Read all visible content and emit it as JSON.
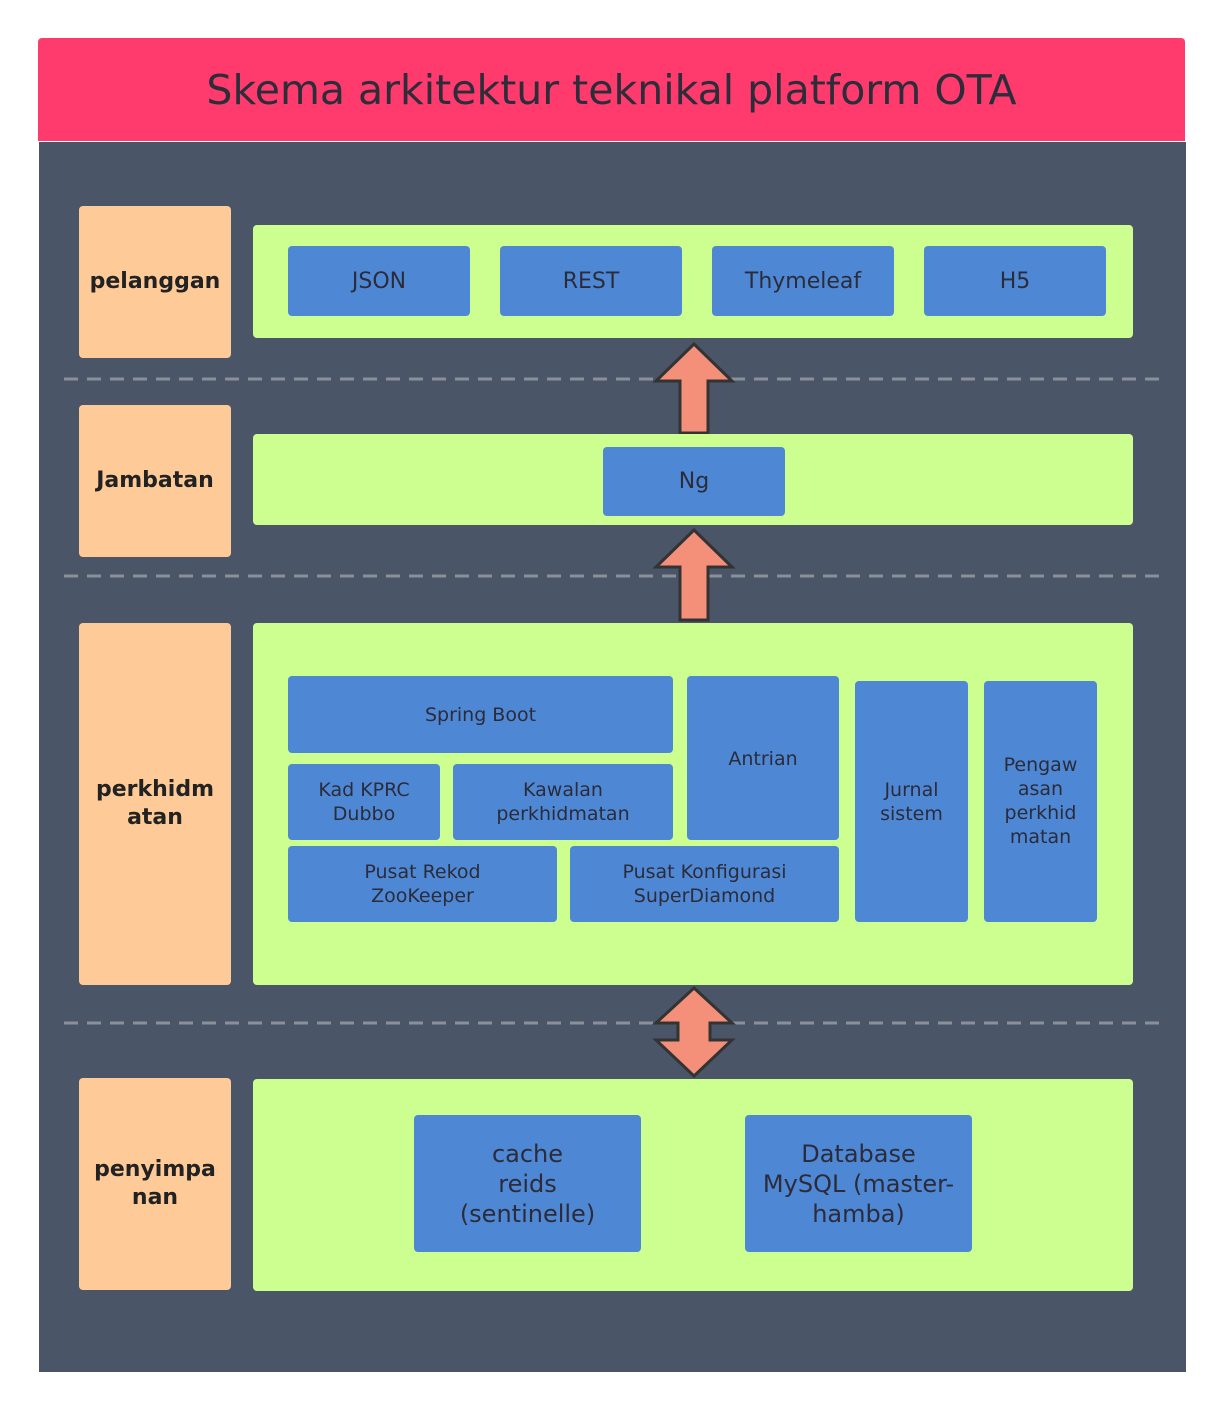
{
  "title": "Skema arkitektur teknikal platform OTA",
  "colors": {
    "title_bar": "#ff3b6e",
    "background": "#4a5568",
    "layer_label": "#fecb98",
    "layer_panel": "#ccff90",
    "component": "#4e88d4",
    "arrow_fill": "#f4907a",
    "arrow_stroke": "#333333"
  },
  "layers": {
    "client": {
      "label": "pelanggan",
      "items": [
        "JSON",
        "REST",
        "Thymeleaf",
        "H5"
      ]
    },
    "bridge": {
      "label": "Jambatan",
      "items": [
        "Ng"
      ]
    },
    "service": {
      "label": "perkhidm\natan",
      "spring_boot": "Spring Boot",
      "kad_kprc": "Kad KPRC\nDubbo",
      "kawalan": "Kawalan\nperkhidmatan",
      "antrian": "Antrian",
      "jurnal": "Jurnal\nsistem",
      "pengawasan": "Pengaw\nasan\nperkhid\nmatan",
      "zookeeper": "Pusat Rekod\nZooKeeper",
      "superdiamond": "Pusat Konfigurasi\nSuperDiamond"
    },
    "storage": {
      "label": "penyimpa\nnan",
      "cache": "cache\nreids\n(sentinelle)",
      "database": "Database\nMySQL (master-\nhamba)"
    }
  },
  "arrows": [
    {
      "from": "bridge",
      "to": "client",
      "direction": "up"
    },
    {
      "from": "service",
      "to": "bridge",
      "direction": "up"
    },
    {
      "from": "service",
      "to": "storage",
      "direction": "both"
    }
  ]
}
